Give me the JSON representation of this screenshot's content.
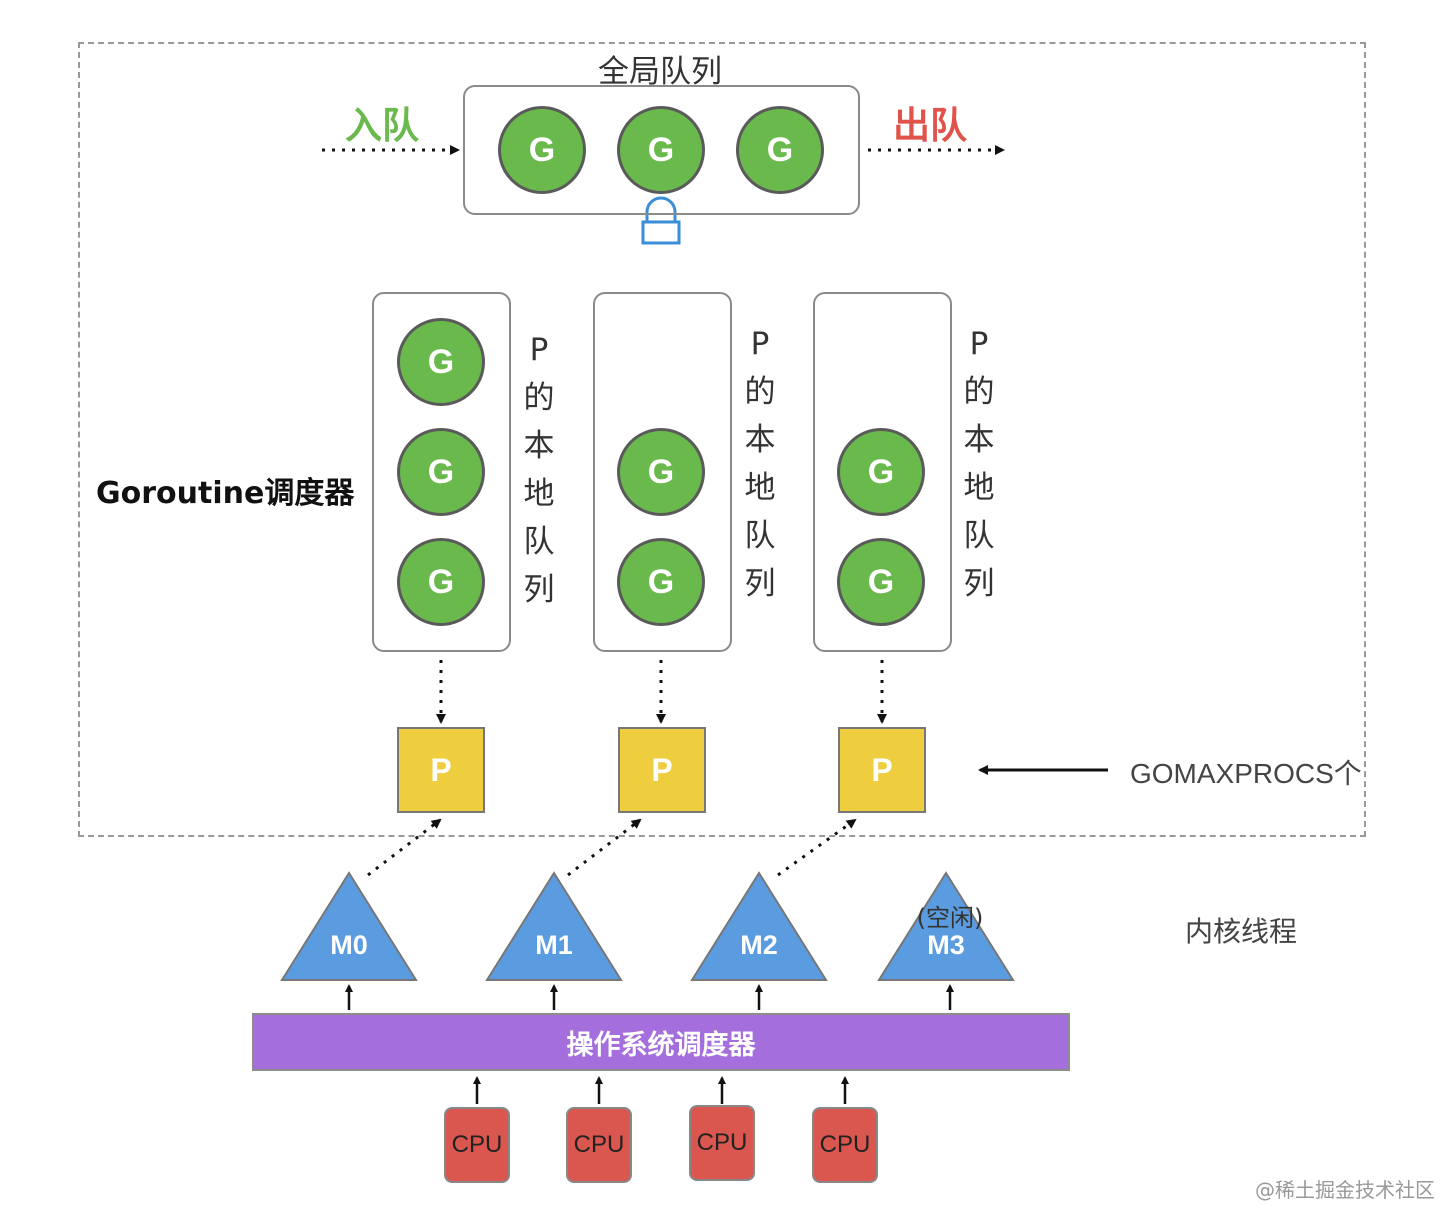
{
  "global_queue": {
    "title": "全局队列",
    "enqueue_label": "入队",
    "dequeue_label": "出队",
    "goroutines": [
      "G",
      "G",
      "G"
    ]
  },
  "scheduler_label": "Goroutine调度器",
  "local_queues": [
    {
      "label_chars": [
        "P",
        "的",
        "本",
        "地",
        "队",
        "列"
      ],
      "goroutines": [
        "G",
        "G",
        "G"
      ],
      "processor": "P"
    },
    {
      "label_chars": [
        "P",
        "的",
        "本",
        "地",
        "队",
        "列"
      ],
      "goroutines": [
        "G",
        "G"
      ],
      "processor": "P"
    },
    {
      "label_chars": [
        "P",
        "的",
        "本",
        "地",
        "队",
        "列"
      ],
      "goroutines": [
        "G",
        "G"
      ],
      "processor": "P"
    }
  ],
  "gomaxprocs_label": "GOMAXPROCS个",
  "threads": [
    {
      "label": "M0"
    },
    {
      "label": "M1"
    },
    {
      "label": "M2"
    },
    {
      "label": "M3",
      "note": "(空闲)"
    }
  ],
  "kernel_threads_label": "内核线程",
  "os_scheduler_label": "操作系统调度器",
  "cpus": [
    "CPU",
    "CPU",
    "CPU",
    "CPU"
  ],
  "watermark": "@稀土掘金技术社区",
  "colors": {
    "goroutine": "#6ab94c",
    "processor": "#eecd3f",
    "thread": "#5b9bdf",
    "os_scheduler": "#a46fdc",
    "cpu": "#d9574f",
    "enqueue": "#6ab94c",
    "dequeue": "#e0524a",
    "lock": "#3a8ed8"
  }
}
